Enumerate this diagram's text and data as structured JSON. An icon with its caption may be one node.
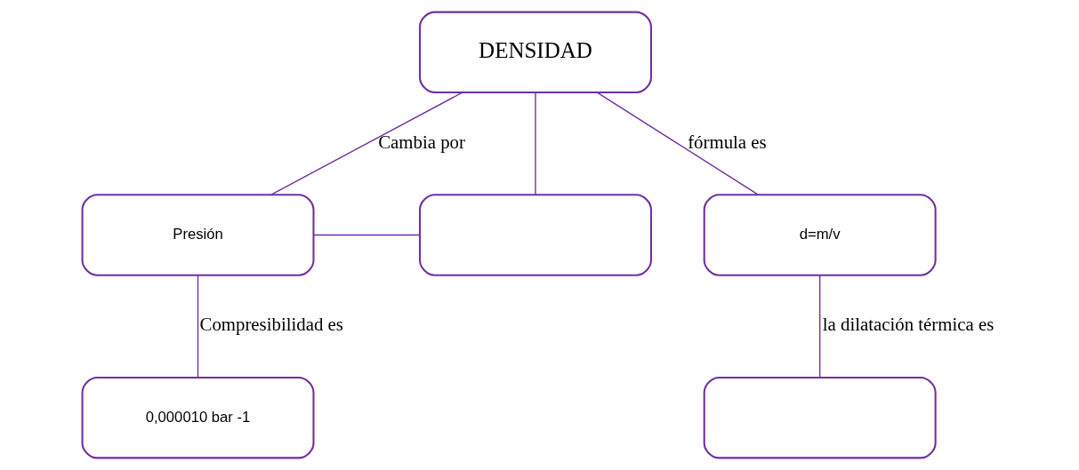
{
  "diagram": {
    "nodes": [
      {
        "text": [
          "DENSIDAD"
        ]
      },
      {
        "text": [
          "Presión"
        ]
      },
      {
        "text": [],
        "shape": "box"
      },
      {
        "text": [
          "d=m/v"
        ]
      },
      {
        "text": [
          "0,000010 bar -1"
        ]
      },
      {
        "text": [],
        "shape": "box"
      }
    ],
    "edges": [
      {
        "from": 0,
        "to": 1,
        "arrow": "none",
        "label": "Cambia por"
      },
      {
        "from": 0,
        "to": 2,
        "arrow": "none"
      },
      {
        "from": 0,
        "to": 3,
        "arrow": "none",
        "label": "fórmula es"
      },
      {
        "from": 1,
        "to": 2,
        "arrow": "none"
      },
      {
        "from": 1,
        "to": 4,
        "arrow": "none",
        "label": "Compresibilidad es"
      },
      {
        "from": 3,
        "to": 5,
        "arrow": "none",
        "label": "la dilatación térmica es"
      }
    ]
  }
}
